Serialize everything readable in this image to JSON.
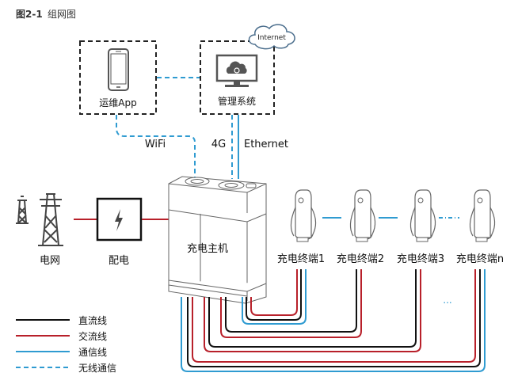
{
  "figure": {
    "number": "图2-1",
    "caption": "组网图"
  },
  "colors": {
    "dc": "#111111",
    "ac": "#b8202a",
    "comm": "#2f9bd1",
    "wireless": "#2f9bd1",
    "device_stroke": "#666666",
    "icon_fill": "#555555",
    "cloud_stroke": "#4a6d8c"
  },
  "nodes": {
    "app": "运维App",
    "mgmt": "管理系统",
    "internet": "Internet",
    "grid": "电网",
    "distribution": "配电",
    "host": "充电主机",
    "terminals": [
      "充电终端1",
      "充电终端2",
      "充电终端3",
      "充电终端n"
    ]
  },
  "links": {
    "wifi": "WiFi",
    "cellular": "4G",
    "ethernet": "Ethernet",
    "ellipsis": "..."
  },
  "legend": [
    {
      "label": "直流线",
      "type": "dc"
    },
    {
      "label": "交流线",
      "type": "ac"
    },
    {
      "label": "通信线",
      "type": "comm"
    },
    {
      "label": "无线通信",
      "type": "wireless"
    }
  ]
}
